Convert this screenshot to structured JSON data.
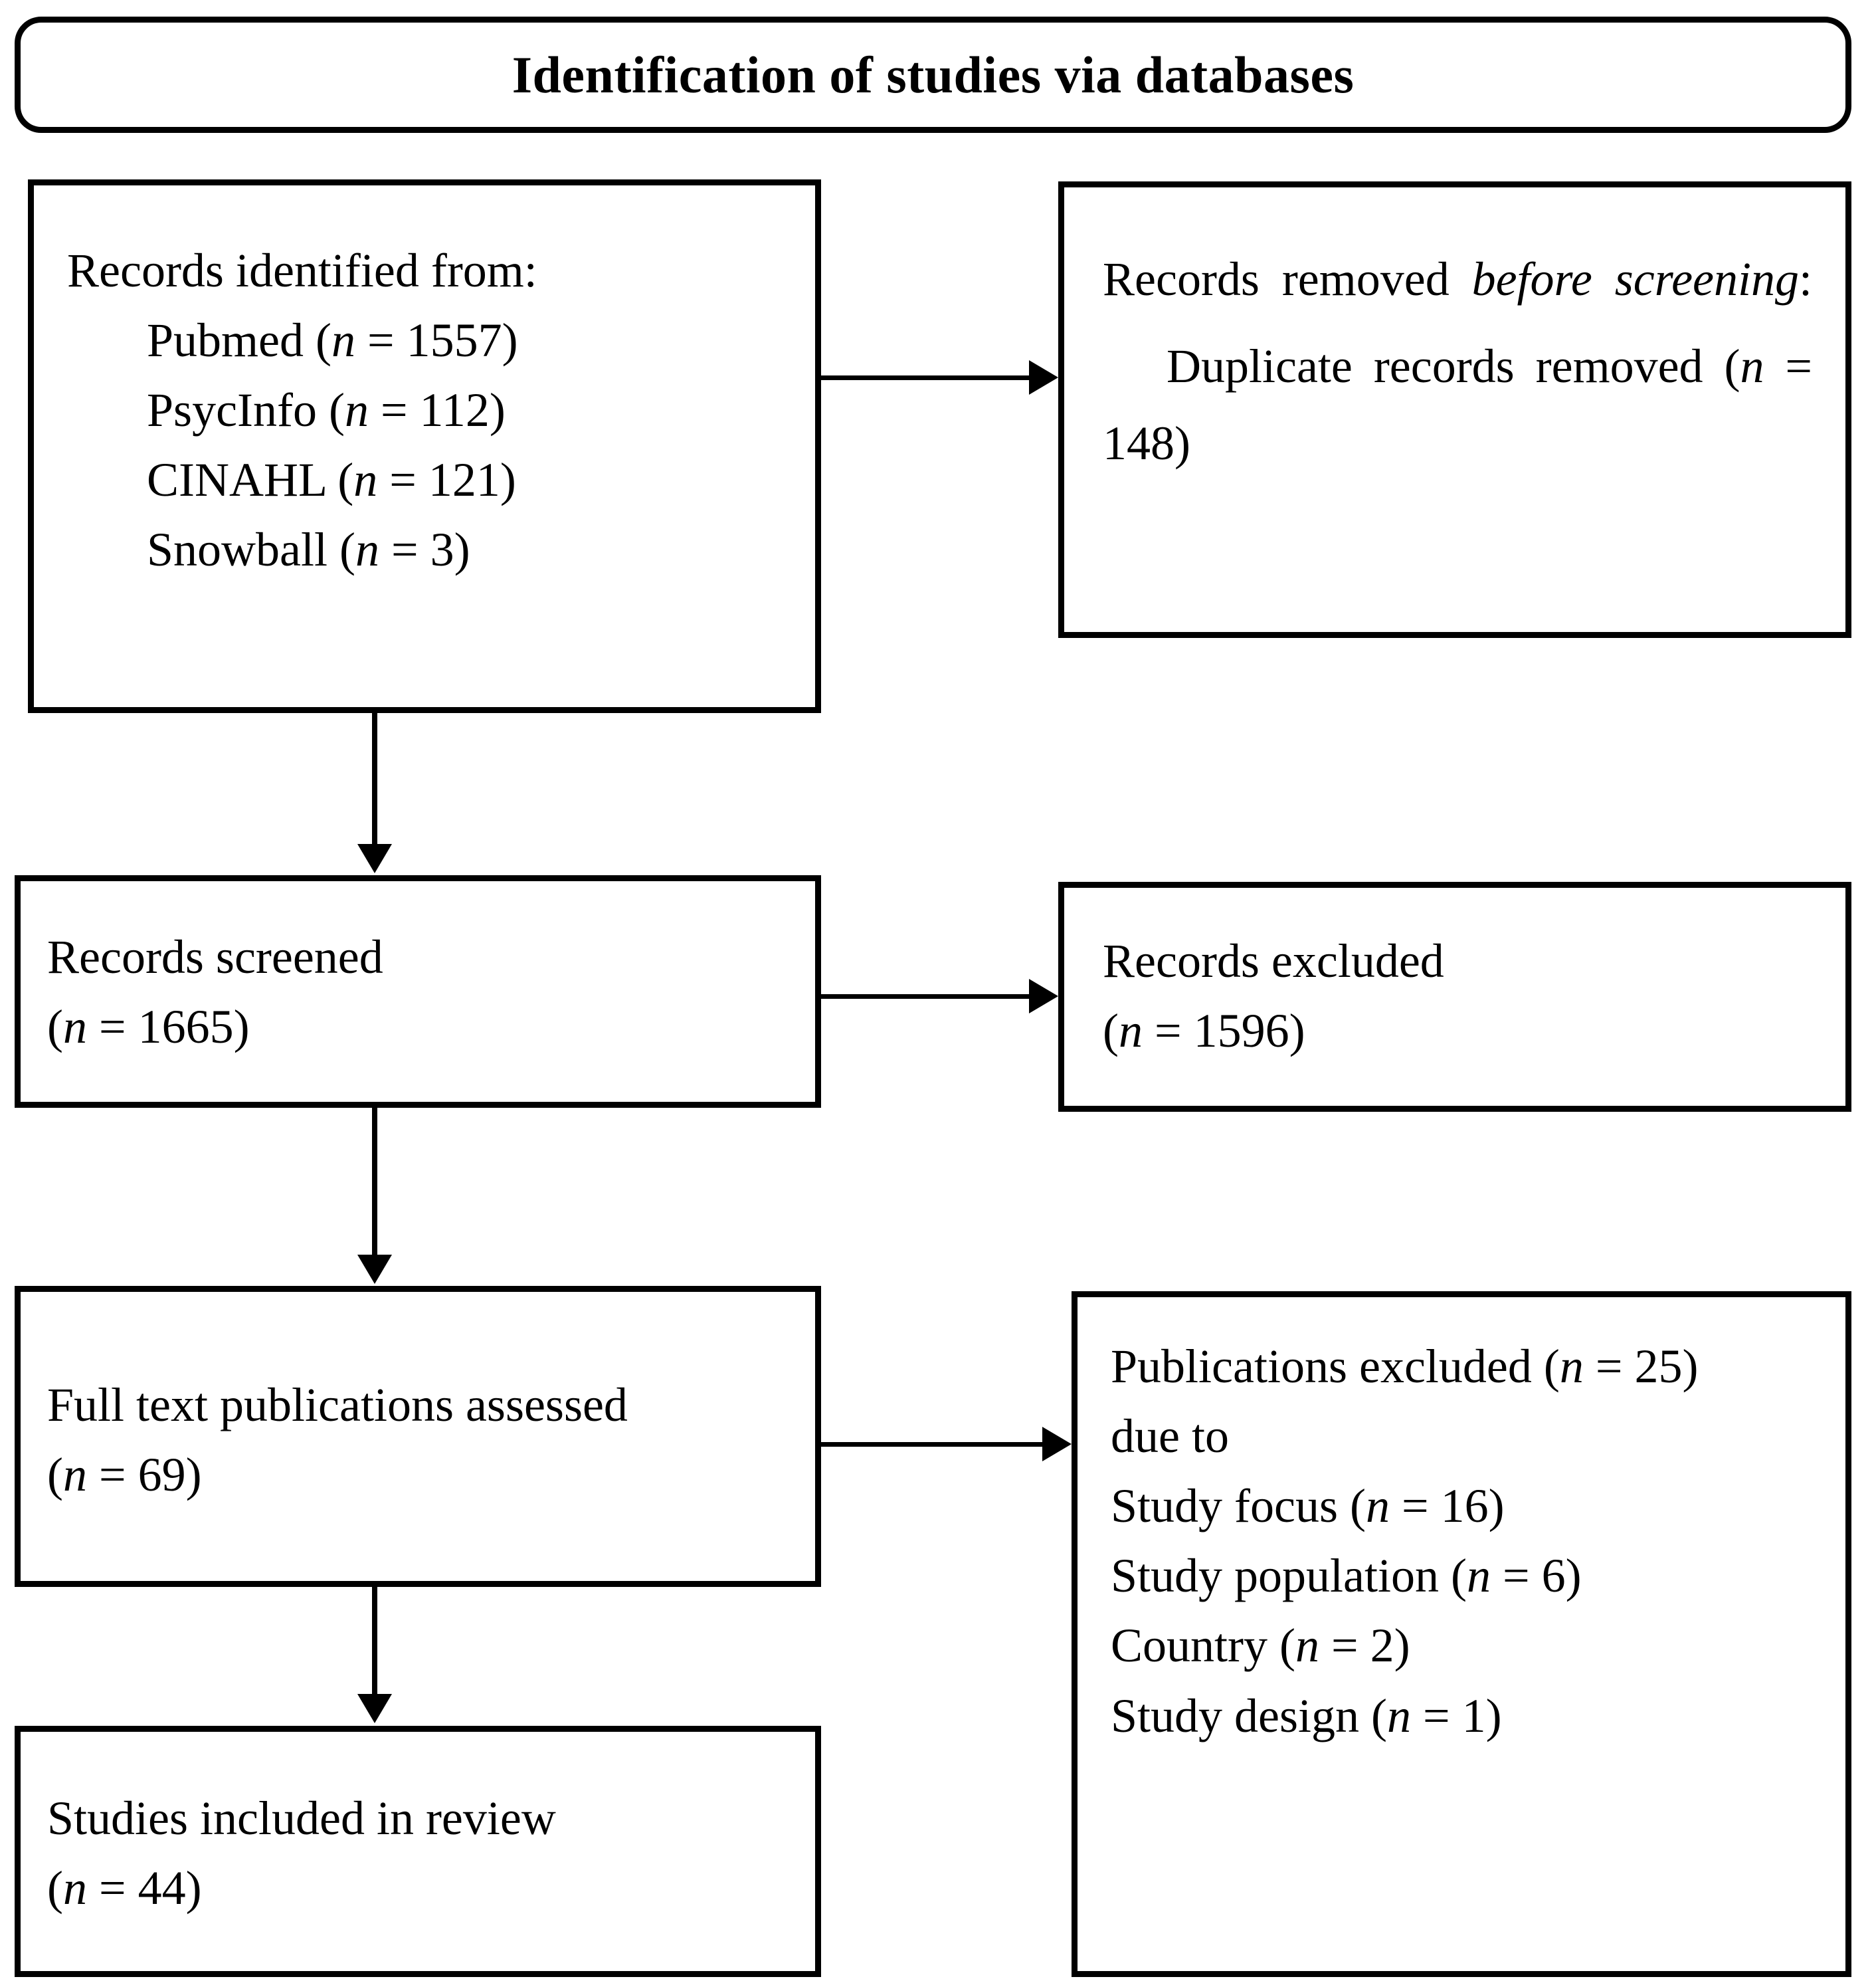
{
  "diagram": {
    "title": "Identification of studies via databases",
    "boxes": {
      "identified": {
        "heading": "Records identified from:",
        "items": [
          "Pubmed (n = 1557)",
          "PsycInfo (n = 112)",
          "CINAHL (n = 121)",
          "Snowball (n = 3)"
        ]
      },
      "removed_before_screening": {
        "line1_plain": "Records removed ",
        "line1_italic": "before",
        "line2_italic": "screening",
        "line2_plain": ":",
        "item": "Duplicate records removed (n = 148)"
      },
      "screened": {
        "label": "Records screened",
        "count": "(n = 1665)"
      },
      "records_excluded": {
        "label": "Records excluded",
        "count": "(n = 1596)"
      },
      "fulltext_assessed": {
        "label": "Full text publications assessed",
        "count": "(n = 69)"
      },
      "publications_excluded": {
        "heading": "Publications excluded (n = 25)",
        "heading2": "due to",
        "reasons": [
          "Study focus (n = 16)",
          "Study population (n = 6)",
          "Country (n = 2)",
          "Study design (n = 1)"
        ]
      },
      "included": {
        "label": "Studies included in review",
        "count": "(n = 44)"
      }
    },
    "colors": {
      "stroke": "#000000",
      "fill": "#ffffff",
      "text": "#000000"
    }
  },
  "chart_data": {
    "type": "diagram",
    "title": "Identification of studies via databases",
    "nodes": [
      {
        "id": "identified",
        "label": "Records identified from",
        "values": {
          "Pubmed": 1557,
          "PsycInfo": 112,
          "CINAHL": 121,
          "Snowball": 3
        }
      },
      {
        "id": "removed_before_screening",
        "label": "Records removed before screening",
        "values": {
          "Duplicate records removed": 148
        }
      },
      {
        "id": "screened",
        "label": "Records screened",
        "n": 1665
      },
      {
        "id": "records_excluded",
        "label": "Records excluded",
        "n": 1596
      },
      {
        "id": "fulltext_assessed",
        "label": "Full text publications assessed",
        "n": 69
      },
      {
        "id": "publications_excluded",
        "label": "Publications excluded due to",
        "n": 25,
        "values": {
          "Study focus": 16,
          "Study population": 6,
          "Country": 2,
          "Study design": 1
        }
      },
      {
        "id": "included",
        "label": "Studies included in review",
        "n": 44
      }
    ],
    "edges": [
      {
        "from": "identified",
        "to": "removed_before_screening"
      },
      {
        "from": "identified",
        "to": "screened"
      },
      {
        "from": "screened",
        "to": "records_excluded"
      },
      {
        "from": "screened",
        "to": "fulltext_assessed"
      },
      {
        "from": "fulltext_assessed",
        "to": "publications_excluded"
      },
      {
        "from": "fulltext_assessed",
        "to": "included"
      }
    ]
  }
}
